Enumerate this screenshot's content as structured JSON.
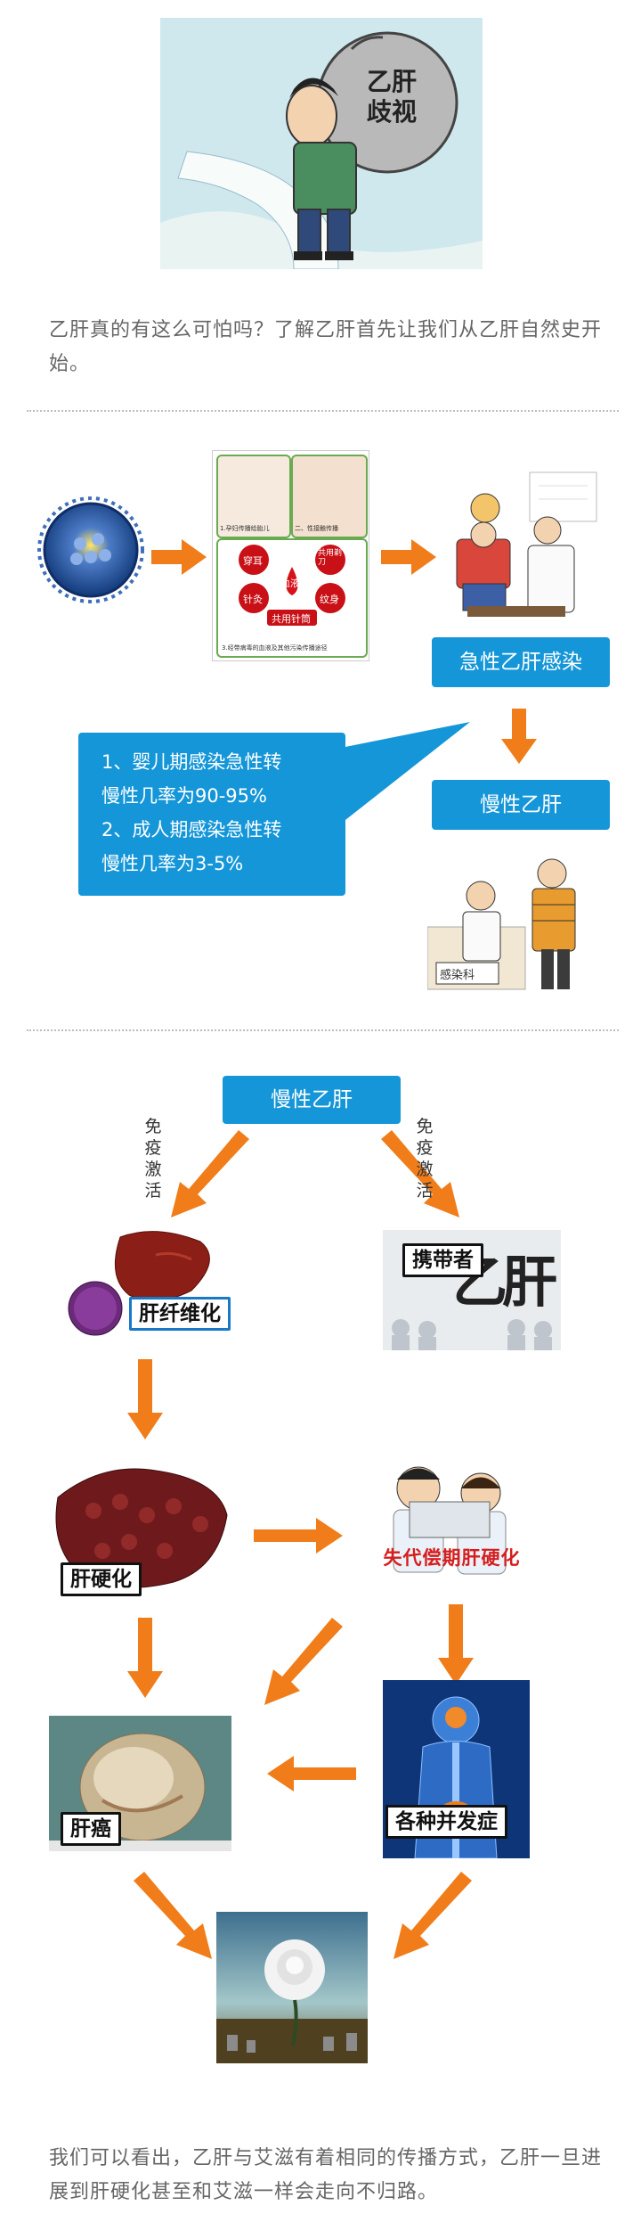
{
  "intro": {
    "hero_text_lines": [
      "乙肝",
      "歧视"
    ],
    "paragraph": "乙肝真的有这么可怕吗？了解乙肝首先让我们从乙肝自然史开始。"
  },
  "section1": {
    "transmission": {
      "item1": "1.孕妇传播给胎儿",
      "item2": "二、性接触传播",
      "routes": [
        "穿耳",
        "共用剃刀",
        "血液",
        "针灸",
        "纹身",
        "共用针筒"
      ],
      "bottom_note": "3.经带病毒的血液及其他污染传播途径"
    },
    "acute_label": "急性乙肝感染",
    "chronic_label": "慢性乙肝",
    "callout_lines": [
      "1、婴儿期感染急性转",
      "慢性几率为90-95%",
      "2、成人期感染急性转",
      "慢性几率为3-5%"
    ],
    "clinic_sign": "感染科"
  },
  "section2": {
    "top_label": "慢性乙肝",
    "left_arrow_text": "免疫激活",
    "right_arrow_text": "免疫激活",
    "fibrosis_label": "肝纤维化",
    "carrier_label": "携带者",
    "carrier_bg_text": "乙肝",
    "cirrhosis_label": "肝硬化",
    "decomp_label": "失代偿期肝硬化",
    "cancer_label": "肝癌",
    "complication_label": "各种并发症"
  },
  "outro": {
    "paragraph": "我们可以看出，乙肝与艾滋有着相同的传播方式，乙肝一旦进展到肝硬化甚至和艾滋一样会走向不归路。"
  },
  "colors": {
    "accent_blue": "#1596d8",
    "arrow_orange": "#f07d1a",
    "text_gray": "#666666"
  }
}
